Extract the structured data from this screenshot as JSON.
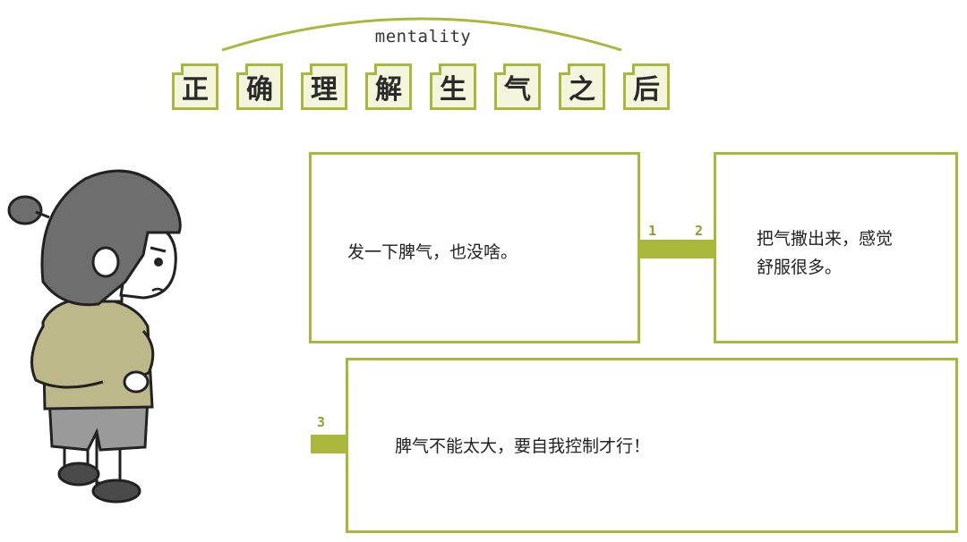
{
  "header": {
    "subtitle": "mentality",
    "title_chars": [
      "正",
      "确",
      "理",
      "解",
      "生",
      "气",
      "之",
      "后"
    ]
  },
  "cards": [
    {
      "number": "1",
      "text": "发一下脾气，也没啥。"
    },
    {
      "number": "2",
      "text_lines": [
        "把气撒出来，感觉",
        "舒服很多。"
      ]
    },
    {
      "number": "3",
      "text": "脾气不能太大，要自我控制才行！"
    }
  ],
  "colors": {
    "accent": "#a9b83a",
    "tile_bg": "#f3f5dd",
    "hair": "#6e6e6e",
    "sweater": "#bcb88a",
    "shorts": "#9a9a9a"
  },
  "illustration": {
    "subject": "girl-standing-back-view-icon"
  }
}
